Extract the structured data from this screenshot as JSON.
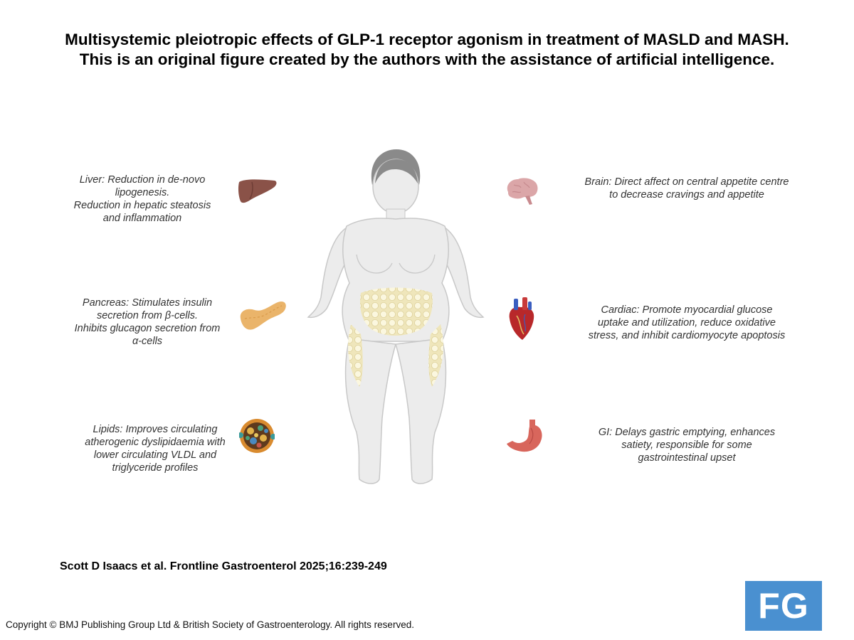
{
  "title": {
    "line1": "Multisystemic pleiotropic effects of GLP-1 receptor agonism in treatment of MASLD and MASH.",
    "line2": "This is an original figure created by the authors with the assistance of artificial intelligence."
  },
  "effects": {
    "liver": "Liver: Reduction in de-novo\nlipogenesis.\nReduction in hepatic steatosis\nand inflammation",
    "pancreas": "Pancreas: Stimulates insulin\nsecretion from β-cells.\nInhibits glucagon secretion from\nα-cells",
    "lipids": "Lipids: Improves circulating\natherogenic dyslipidaemia with\nlower circulating VLDL and\ntriglyceride profiles",
    "brain": "Brain: Direct affect on central appetite centre\nto decrease cravings and appetite",
    "cardiac": "Cardiac: Promote myocardial glucose\nuptake and utilization, reduce oxidative\nstress, and inhibit cardiomyocyte apoptosis",
    "gi": "GI: Delays gastric emptying, enhances\nsatiety, responsible for some\ngastrointestinal upset"
  },
  "icons": {
    "liver": "liver-icon",
    "pancreas": "pancreas-icon",
    "lipids": "lipoprotein-icon",
    "brain": "brain-icon",
    "heart": "heart-icon",
    "stomach": "stomach-icon",
    "body": "human-body-figure"
  },
  "colors": {
    "liver": "#8a5248",
    "pancreas": "#eab46a",
    "brain": "#dba6a8",
    "heart": "#b8282a",
    "stomach": "#d8665c",
    "fat": "#f3ecc8",
    "logo": "#4a90d0"
  },
  "citation": "Scott D Isaacs et al. Frontline Gastroenterol 2025;16:239-249",
  "copyright": "Copyright © BMJ Publishing Group Ltd & British Society of Gastroenterology. All rights reserved.",
  "logo": "FG"
}
